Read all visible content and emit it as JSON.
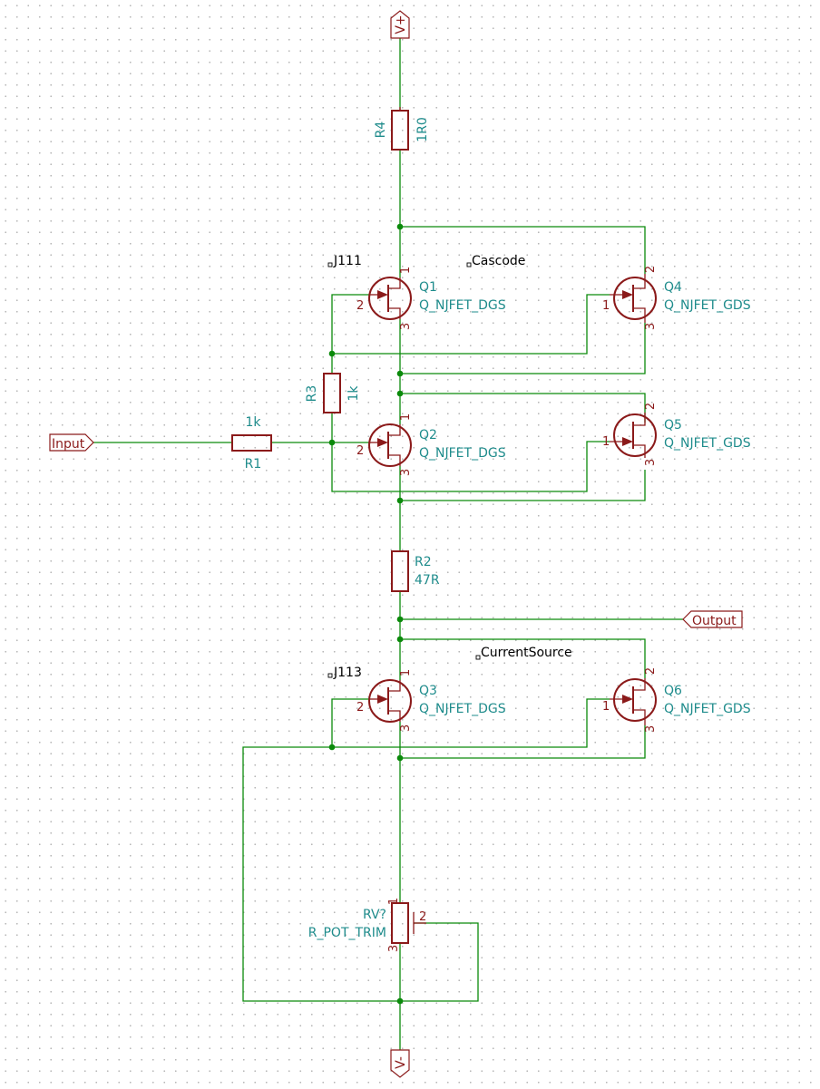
{
  "power": {
    "vplus": "V+",
    "vminus": "V-"
  },
  "ports": {
    "input": "Input",
    "output": "Output"
  },
  "net_labels": {
    "j111": "J111",
    "cascode": "Cascode",
    "j113": "J113",
    "current_source": "CurrentSource"
  },
  "resistors": {
    "r1": {
      "ref": "R1",
      "value": "1k"
    },
    "r2": {
      "ref": "R2",
      "value": "47R"
    },
    "r3": {
      "ref": "R3",
      "value": "1k"
    },
    "r4": {
      "ref": "R4",
      "value": "1R0"
    }
  },
  "potentiometer": {
    "ref": "RV?",
    "value": "R_POT_TRIM",
    "pins": [
      "1",
      "2",
      "3"
    ]
  },
  "transistors": {
    "q1": {
      "ref": "Q1",
      "value": "Q_NJFET_DGS",
      "pins": [
        "1",
        "2",
        "3"
      ]
    },
    "q2": {
      "ref": "Q2",
      "value": "Q_NJFET_DGS",
      "pins": [
        "1",
        "2",
        "3"
      ]
    },
    "q3": {
      "ref": "Q3",
      "value": "Q_NJFET_DGS",
      "pins": [
        "1",
        "2",
        "3"
      ]
    },
    "q4": {
      "ref": "Q4",
      "value": "Q_NJFET_GDS",
      "pins": [
        "2",
        "1",
        "3"
      ]
    },
    "q5": {
      "ref": "Q5",
      "value": "Q_NJFET_GDS",
      "pins": [
        "2",
        "1",
        "3"
      ]
    },
    "q6": {
      "ref": "Q6",
      "value": "Q_NJFET_GDS",
      "pins": [
        "2",
        "1",
        "3"
      ]
    }
  },
  "colors": {
    "wire": "#0b8a0b",
    "symbol": "#8b1a1a",
    "text": "#1f8c8c",
    "grid_dot": "#b8b8b8"
  }
}
